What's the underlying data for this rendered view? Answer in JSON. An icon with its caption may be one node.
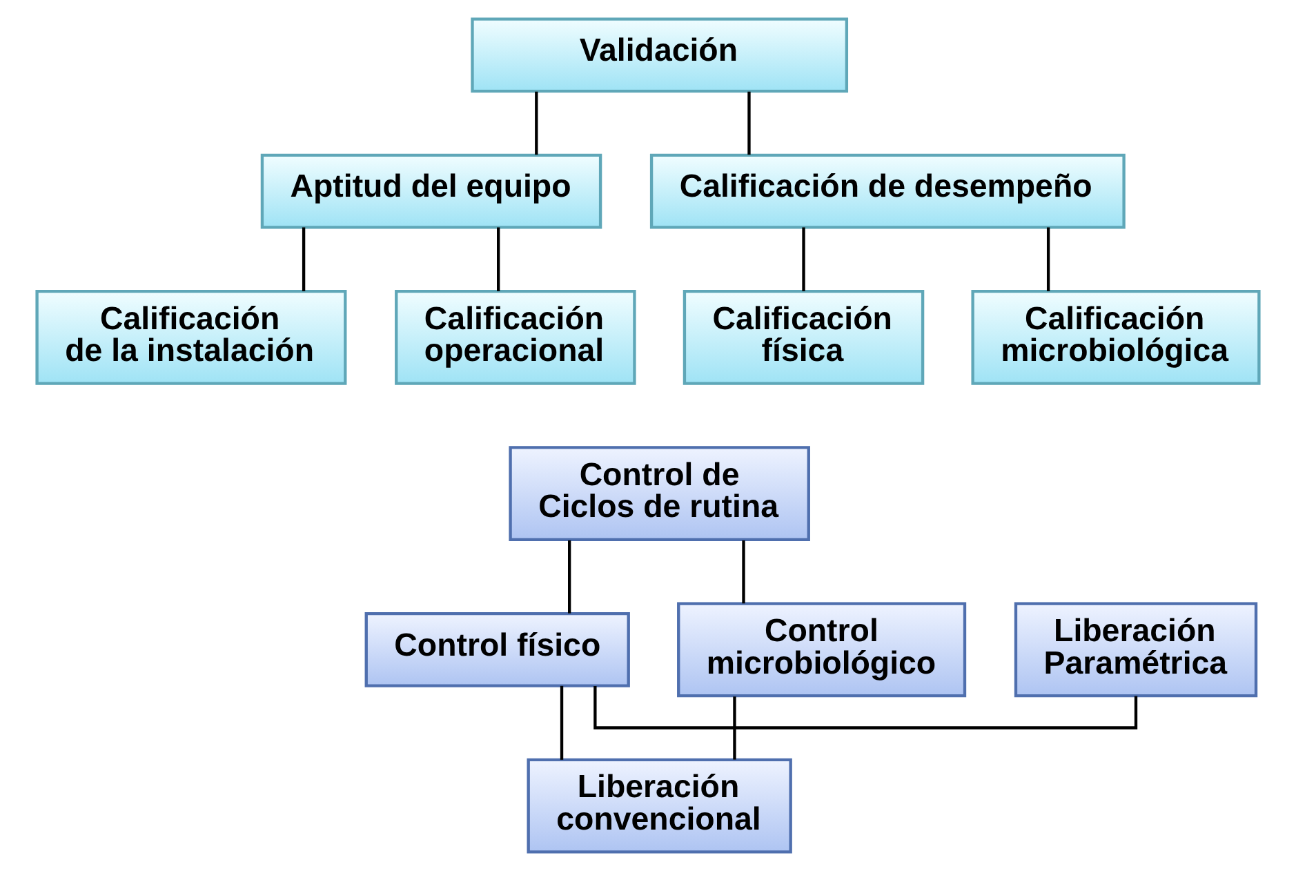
{
  "diagram": {
    "nodes": [
      {
        "text": [
          "Validación"
        ]
      },
      {
        "text": [
          "Aptitud del equipo"
        ]
      },
      {
        "text": [
          "Calificación de desempeño"
        ]
      },
      {
        "text": [
          "Calificación de la instalación"
        ]
      },
      {
        "text": [
          "Calificación operacional"
        ]
      },
      {
        "text": [
          "Calificación física"
        ]
      },
      {
        "text": [
          "Calificación microbiológica"
        ]
      },
      {
        "text": [
          "Control de Ciclos de rutina"
        ]
      },
      {
        "text": [
          "Liberación Paramétrica"
        ]
      },
      {
        "text": [
          "Control físico"
        ]
      },
      {
        "text": [
          "Control microbiológico"
        ]
      },
      {
        "text": [
          "Liberación convencional"
        ]
      }
    ],
    "edges": [
      {
        "from": 0,
        "to": 1,
        "arrow": "none"
      },
      {
        "from": 0,
        "to": 2,
        "arrow": "none"
      },
      {
        "from": 1,
        "to": 3,
        "arrow": "none"
      },
      {
        "from": 1,
        "to": 4,
        "arrow": "none"
      },
      {
        "from": 2,
        "to": 5,
        "arrow": "none"
      },
      {
        "from": 2,
        "to": 6,
        "arrow": "none"
      },
      {
        "from": 7,
        "to": 9,
        "arrow": "none"
      },
      {
        "from": 7,
        "to": 10,
        "arrow": "none"
      },
      {
        "from": 8,
        "to": 9,
        "arrow": "none"
      },
      {
        "from": 9,
        "to": 11,
        "arrow": "none"
      },
      {
        "from": 10,
        "to": 11,
        "arrow": "none"
      }
    ]
  }
}
